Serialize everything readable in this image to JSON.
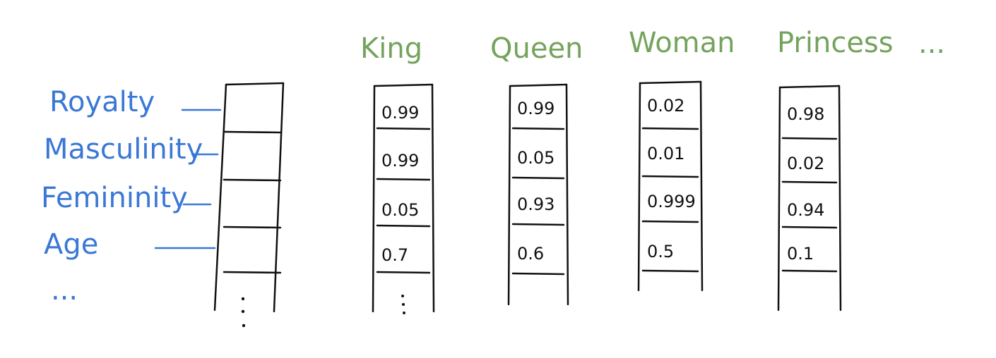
{
  "features": [
    "Royalty",
    "Masculinity",
    "Femininity",
    "Age"
  ],
  "features_more": "...",
  "words_more": "...",
  "words": [
    {
      "name": "King",
      "values": [
        "0.99",
        "0.99",
        "0.05",
        "0.7"
      ]
    },
    {
      "name": "Queen",
      "values": [
        "0.99",
        "0.05",
        "0.93",
        "0.6"
      ]
    },
    {
      "name": "Woman",
      "values": [
        "0.02",
        "0.01",
        "0.999",
        "0.5"
      ]
    },
    {
      "name": "Princess",
      "values": [
        "0.98",
        "0.02",
        "0.94",
        "0.1"
      ]
    }
  ],
  "colors": {
    "feature_labels": "#3a78d6",
    "word_labels": "#74a35c",
    "ink": "#111111"
  }
}
